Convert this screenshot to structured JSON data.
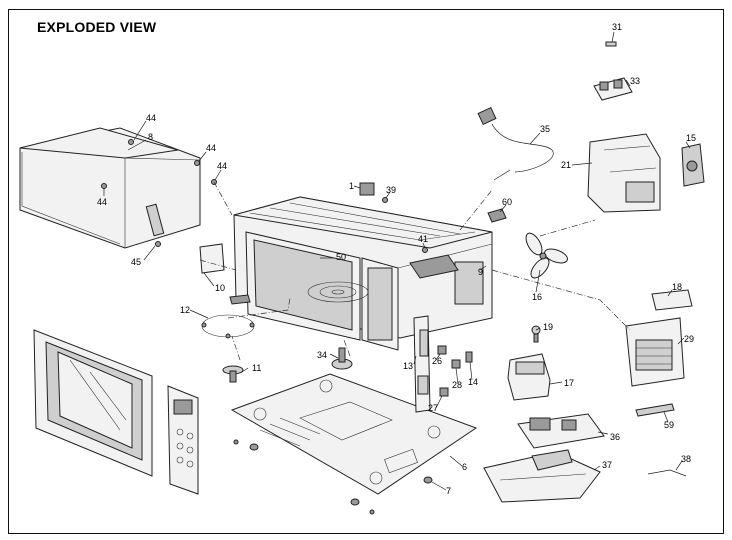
{
  "title": "EXPLODED VIEW",
  "labels": [
    {
      "id": "p31",
      "text": "31"
    },
    {
      "id": "p33",
      "text": "33"
    },
    {
      "id": "p44a",
      "text": "44"
    },
    {
      "id": "p8",
      "text": "8"
    },
    {
      "id": "p44b",
      "text": "44"
    },
    {
      "id": "p44c",
      "text": "44"
    },
    {
      "id": "p44d",
      "text": "44"
    },
    {
      "id": "p35",
      "text": "35"
    },
    {
      "id": "p15",
      "text": "15"
    },
    {
      "id": "p21",
      "text": "21"
    },
    {
      "id": "p1",
      "text": "1"
    },
    {
      "id": "p39",
      "text": "39"
    },
    {
      "id": "p60",
      "text": "60"
    },
    {
      "id": "p41",
      "text": "41"
    },
    {
      "id": "p45",
      "text": "45"
    },
    {
      "id": "p10",
      "text": "10"
    },
    {
      "id": "p50",
      "text": "50"
    },
    {
      "id": "p9",
      "text": "9"
    },
    {
      "id": "p16",
      "text": "16"
    },
    {
      "id": "p18",
      "text": "18"
    },
    {
      "id": "p12",
      "text": "12"
    },
    {
      "id": "p19",
      "text": "19"
    },
    {
      "id": "p29",
      "text": "29"
    },
    {
      "id": "p34",
      "text": "34"
    },
    {
      "id": "p26",
      "text": "26"
    },
    {
      "id": "p13",
      "text": "13"
    },
    {
      "id": "p11",
      "text": "11"
    },
    {
      "id": "p28",
      "text": "28"
    },
    {
      "id": "p14",
      "text": "14"
    },
    {
      "id": "p17",
      "text": "17"
    },
    {
      "id": "p27",
      "text": "27"
    },
    {
      "id": "p59",
      "text": "59"
    },
    {
      "id": "p36",
      "text": "36"
    },
    {
      "id": "p6",
      "text": "6"
    },
    {
      "id": "p37",
      "text": "37"
    },
    {
      "id": "p38",
      "text": "38"
    },
    {
      "id": "p7",
      "text": "7"
    }
  ]
}
